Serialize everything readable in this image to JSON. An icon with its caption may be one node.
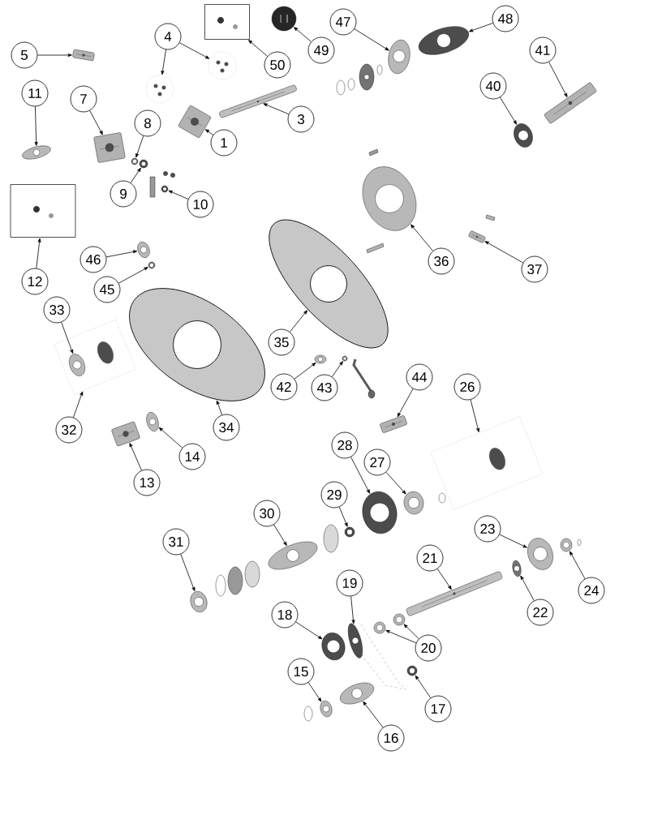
{
  "diagram": {
    "nodes": [
      {
        "text": [
          "48"
        ]
      },
      {
        "text": [],
        "shape": "picture"
      },
      {
        "text": [
          "47"
        ]
      },
      {
        "text": [],
        "shape": "picture"
      },
      {
        "text": [
          "4"
        ]
      },
      {
        "text": [],
        "shape": "picture"
      },
      {
        "text": [],
        "shape": "picture"
      },
      {
        "text": [
          "41"
        ]
      },
      {
        "text": [],
        "shape": "picture"
      },
      {
        "text": [
          "49"
        ]
      },
      {
        "text": [],
        "shape": "picture"
      },
      {
        "text": [
          "5"
        ]
      },
      {
        "text": [],
        "shape": "picture"
      },
      {
        "text": [
          "50"
        ]
      },
      {
        "text": [],
        "shape": "picture"
      },
      {
        "text": [
          "40"
        ]
      },
      {
        "text": [],
        "shape": "picture"
      },
      {
        "text": [
          "11"
        ]
      },
      {
        "text": [],
        "shape": "picture"
      },
      {
        "text": [
          "7"
        ]
      },
      {
        "text": [],
        "shape": "picture"
      },
      {
        "text": [
          "3"
        ]
      },
      {
        "text": [],
        "shape": "picture"
      },
      {
        "text": [
          "8"
        ]
      },
      {
        "text": [],
        "shape": "picture"
      },
      {
        "text": [
          "1"
        ]
      },
      {
        "text": [],
        "shape": "picture"
      },
      {
        "text": [
          "9"
        ]
      },
      {
        "text": [],
        "shape": "picture"
      },
      {
        "text": [
          "10"
        ]
      },
      {
        "text": [],
        "shape": "picture"
      },
      {
        "text": [
          "46"
        ]
      },
      {
        "text": [],
        "shape": "picture"
      },
      {
        "text": [
          "36"
        ]
      },
      {
        "text": [],
        "shape": "picture"
      },
      {
        "text": [
          "37"
        ]
      },
      {
        "text": [],
        "shape": "picture"
      },
      {
        "text": [
          "12"
        ]
      },
      {
        "text": [],
        "shape": "picture"
      },
      {
        "text": [
          "45"
        ]
      },
      {
        "text": [],
        "shape": "picture"
      },
      {
        "text": [
          "33"
        ]
      },
      {
        "text": [],
        "shape": "picture",
        "in": 48
      },
      {
        "text": [
          "35"
        ]
      },
      {
        "text": [],
        "shape": "picture"
      },
      {
        "text": [
          "34"
        ]
      },
      {
        "text": [],
        "shape": "picture"
      },
      {
        "text": [
          "32"
        ]
      },
      {
        "text": [],
        "shape": "picture"
      },
      {
        "text": [
          "42"
        ]
      },
      {
        "text": [],
        "shape": "picture"
      },
      {
        "text": [
          "43"
        ]
      },
      {
        "text": [],
        "shape": "picture"
      },
      {
        "text": [
          "44"
        ]
      },
      {
        "text": [],
        "shape": "picture"
      },
      {
        "text": [
          "26"
        ]
      },
      {
        "text": [],
        "shape": "picture"
      },
      {
        "text": [
          "28"
        ]
      },
      {
        "text": [],
        "shape": "picture"
      },
      {
        "text": [
          "27"
        ]
      },
      {
        "text": [],
        "shape": "picture"
      },
      {
        "text": [
          "13"
        ]
      },
      {
        "text": [],
        "shape": "picture"
      },
      {
        "text": [
          "14"
        ]
      },
      {
        "text": [],
        "shape": "picture"
      },
      {
        "text": [
          "29"
        ]
      },
      {
        "text": [],
        "shape": "picture"
      },
      {
        "text": [
          "30"
        ]
      },
      {
        "text": [],
        "shape": "picture"
      },
      {
        "text": [
          "23"
        ]
      },
      {
        "text": [],
        "shape": "picture"
      },
      {
        "text": [
          "31"
        ]
      },
      {
        "text": [],
        "shape": "picture"
      },
      {
        "text": [
          "21"
        ]
      },
      {
        "text": [],
        "shape": "picture"
      },
      {
        "text": [
          "19"
        ]
      },
      {
        "text": [],
        "shape": "picture"
      },
      {
        "text": [
          "24"
        ]
      },
      {
        "text": [],
        "shape": "picture"
      },
      {
        "text": [
          "22"
        ]
      },
      {
        "text": [],
        "shape": "picture"
      },
      {
        "text": [
          "18"
        ]
      },
      {
        "text": [],
        "shape": "picture"
      },
      {
        "text": [
          "20"
        ]
      },
      {
        "text": [],
        "shape": "picture"
      },
      {
        "text": [],
        "shape": "picture"
      },
      {
        "text": [
          "15"
        ]
      },
      {
        "text": [],
        "shape": "picture"
      },
      {
        "text": [
          "17"
        ]
      },
      {
        "text": [],
        "shape": "picture"
      },
      {
        "text": [
          "16"
        ]
      },
      {
        "text": [],
        "shape": "picture"
      }
    ],
    "edges": [
      {
        "from": 0,
        "to": 1,
        "arrow": "to"
      },
      {
        "from": 2,
        "to": 3,
        "arrow": "to"
      },
      {
        "from": 4,
        "to": 5,
        "arrow": "to"
      },
      {
        "from": 4,
        "to": 6,
        "arrow": "to"
      },
      {
        "from": 7,
        "to": 8,
        "arrow": "to"
      },
      {
        "from": 9,
        "to": 10,
        "arrow": "to"
      },
      {
        "from": 11,
        "to": 12,
        "arrow": "to"
      },
      {
        "from": 13,
        "to": 14,
        "arrow": "to"
      },
      {
        "from": 15,
        "to": 16,
        "arrow": "to"
      },
      {
        "from": 17,
        "to": 18,
        "arrow": "to"
      },
      {
        "from": 19,
        "to": 20,
        "arrow": "to"
      },
      {
        "from": 21,
        "to": 22,
        "arrow": "to"
      },
      {
        "from": 23,
        "to": 24,
        "arrow": "to"
      },
      {
        "from": 25,
        "to": 26,
        "arrow": "to"
      },
      {
        "from": 27,
        "to": 28,
        "arrow": "to"
      },
      {
        "from": 29,
        "to": 30,
        "arrow": "to"
      },
      {
        "from": 31,
        "to": 32,
        "arrow": "to"
      },
      {
        "from": 33,
        "to": 34,
        "arrow": "to"
      },
      {
        "from": 35,
        "to": 36,
        "arrow": "to"
      },
      {
        "from": 37,
        "to": 38,
        "arrow": "to"
      },
      {
        "from": 39,
        "to": 40,
        "arrow": "to"
      },
      {
        "from": 41,
        "to": 42,
        "arrow": "to"
      },
      {
        "from": 43,
        "to": 44,
        "arrow": "to"
      },
      {
        "from": 45,
        "to": 46,
        "arrow": "to"
      },
      {
        "from": 47,
        "to": 48,
        "arrow": "to"
      },
      {
        "from": 49,
        "to": 50,
        "arrow": "to"
      },
      {
        "from": 51,
        "to": 52,
        "arrow": "to"
      },
      {
        "from": 53,
        "to": 54,
        "arrow": "to"
      },
      {
        "from": 55,
        "to": 56,
        "arrow": "to"
      },
      {
        "from": 57,
        "to": 58,
        "arrow": "to"
      },
      {
        "from": 59,
        "to": 60,
        "arrow": "to"
      },
      {
        "from": 61,
        "to": 62,
        "arrow": "to"
      },
      {
        "from": 63,
        "to": 64,
        "arrow": "to"
      },
      {
        "from": 65,
        "to": 66,
        "arrow": "to"
      },
      {
        "from": 67,
        "to": 68,
        "arrow": "to"
      },
      {
        "from": 69,
        "to": 70,
        "arrow": "to"
      },
      {
        "from": 71,
        "to": 72,
        "arrow": "to"
      },
      {
        "from": 73,
        "to": 74,
        "arrow": "to"
      },
      {
        "from": 75,
        "to": 76,
        "arrow": "to"
      },
      {
        "from": 77,
        "to": 78,
        "arrow": "to"
      },
      {
        "from": 79,
        "to": 80,
        "arrow": "to"
      },
      {
        "from": 81,
        "to": 82,
        "arrow": "to"
      },
      {
        "from": 83,
        "to": 84,
        "arrow": "to"
      },
      {
        "from": 83,
        "to": 85,
        "arrow": "to"
      },
      {
        "from": 86,
        "to": 87,
        "arrow": "to"
      },
      {
        "from": 88,
        "to": 89,
        "arrow": "to"
      },
      {
        "from": 90,
        "to": 91,
        "arrow": "to"
      }
    ]
  }
}
